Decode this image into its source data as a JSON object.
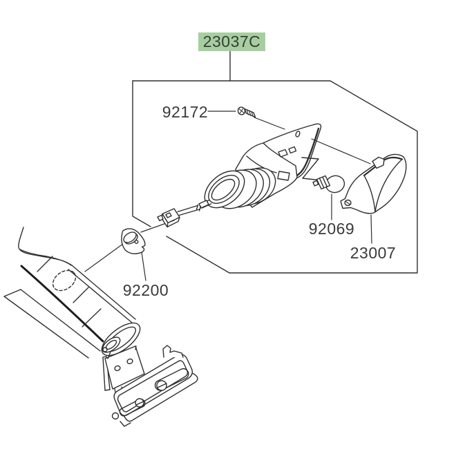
{
  "diagram": {
    "highlighted_part": {
      "number": "23037C"
    },
    "parts": {
      "screw": {
        "number": "92172"
      },
      "bulb": {
        "number": "92069"
      },
      "lens": {
        "number": "23007"
      },
      "gasket": {
        "number": "92200"
      }
    },
    "colors": {
      "highlight_bg": "#a6cfa0",
      "line": "#2e2e2e",
      "label_text": "#3a3a3a"
    }
  }
}
